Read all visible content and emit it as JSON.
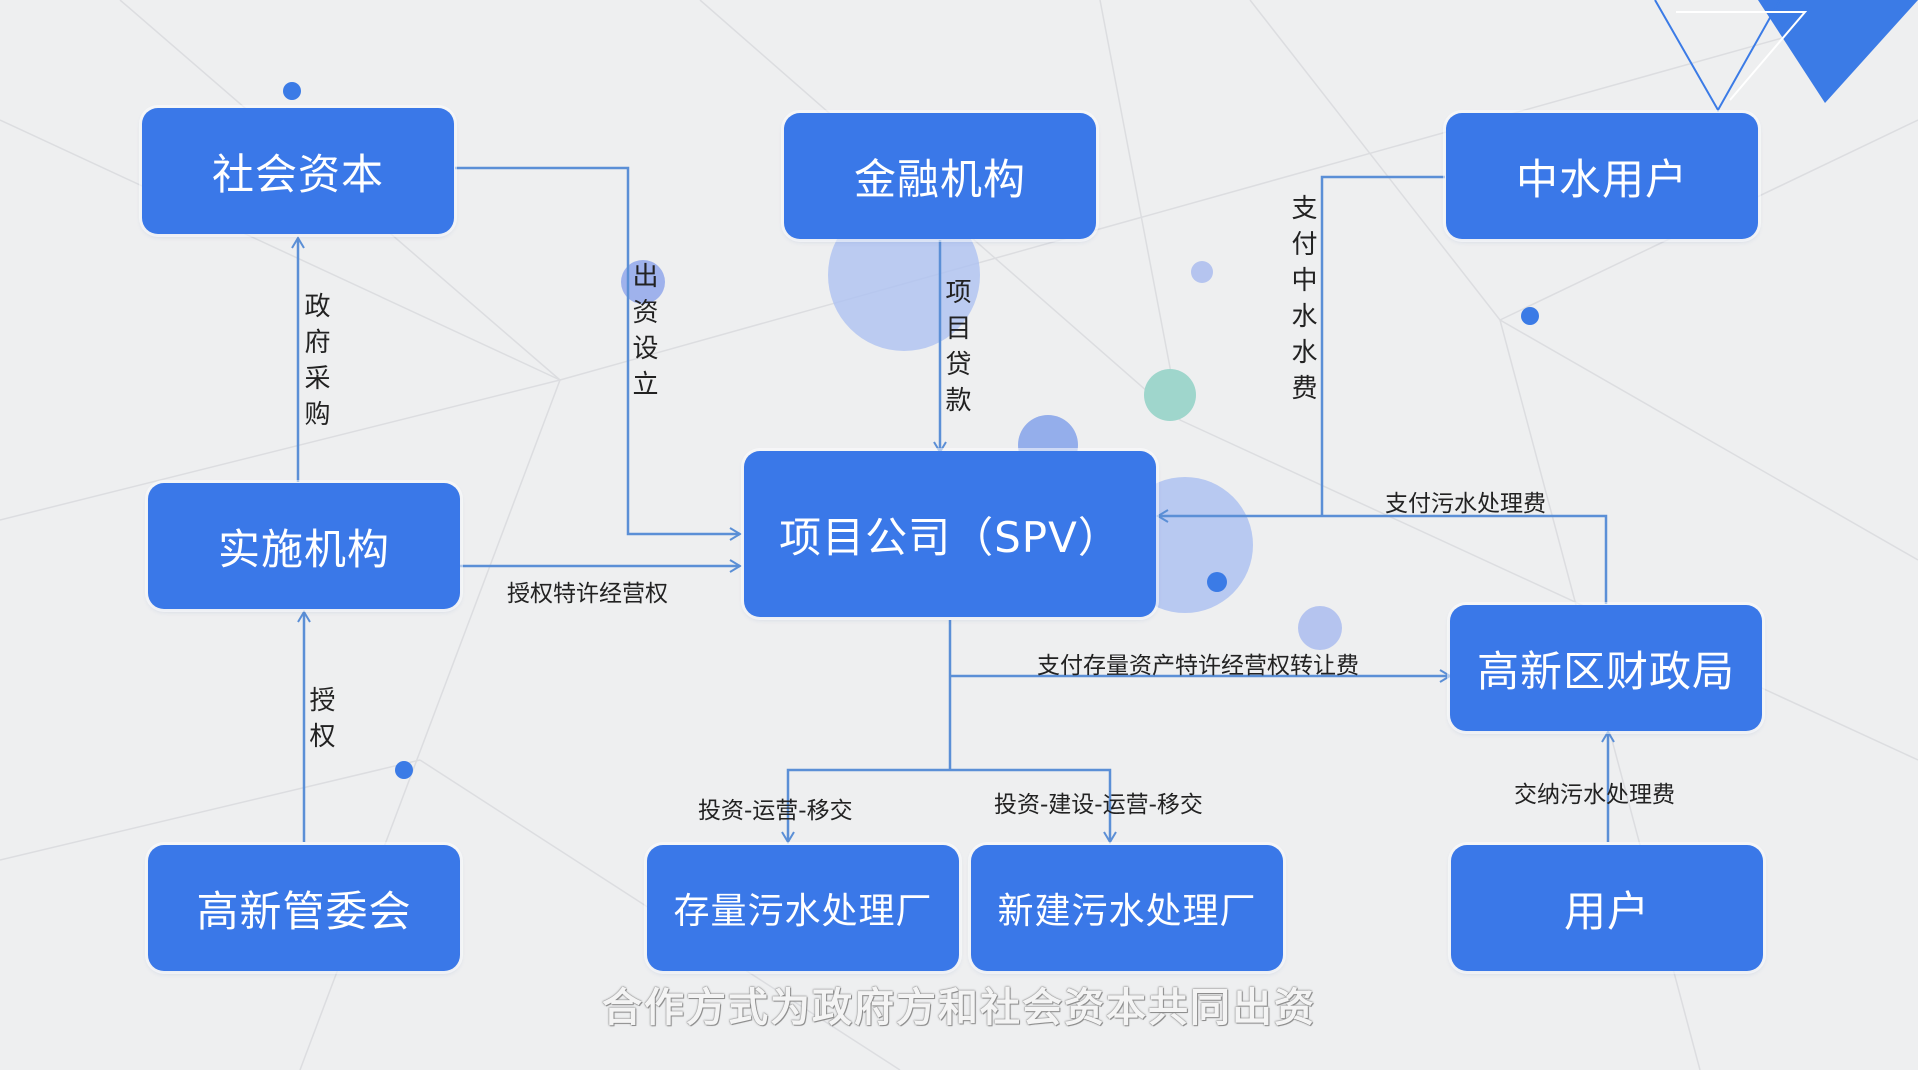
{
  "nodes": {
    "social_capital": "社会资本",
    "financial_institution": "金融机构",
    "reclaimed_water_users": "中水用户",
    "implementing_agency": "实施机构",
    "project_company": "项目公司（SPV）",
    "hitech_finance_bureau": "高新区财政局",
    "hitech_committee": "高新管委会",
    "existing_plant": "存量污水处理厂",
    "new_plant": "新建污水处理厂",
    "users": "用户"
  },
  "edge_labels": {
    "gov_procurement": "政府采购",
    "capital_establish": "出资设立",
    "project_loan": "项目贷款",
    "pay_reclaimed_fee": "支付中水水费",
    "pay_sewage_fee": "支付污水处理费",
    "authorize_franchise": "授权特许经营权",
    "authorize": "授权",
    "pay_transfer_fee": "支付存量资产特许经营权转让费",
    "tot": "投资-运营-移交",
    "bot": "投资-建设-运营-移交",
    "submit_sewage_fee": "交纳污水处理费"
  },
  "subtitle": "合作方式为政府方和社会资本共同出资",
  "colors": {
    "node_fill": "#3a78e8",
    "connector": "#5b8fd6",
    "background": "#eeeff0",
    "accent_teal": "#9fd6cc",
    "accent_blue": "#3b7be6"
  }
}
